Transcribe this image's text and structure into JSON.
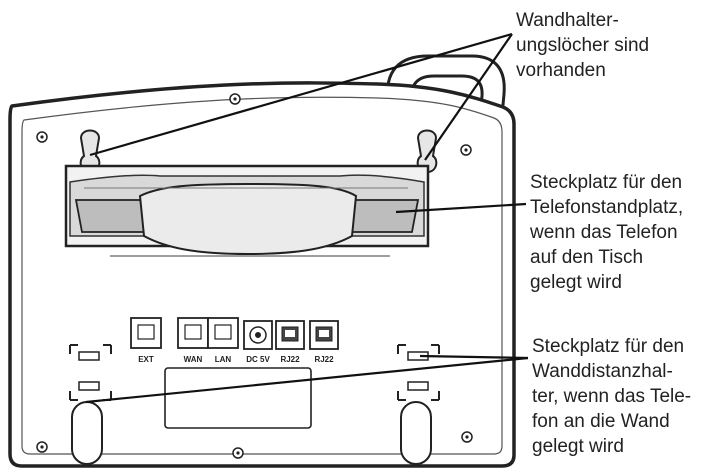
{
  "callouts": {
    "wall_mount_holes": "Wandhalter-\nungslöcher sind\nvorhanden",
    "desk_stand_slot": "Steckplatz für den\nTelefonstandplatz,\nwenn das Telefon\nauf den Tisch\ngelegt wird",
    "wall_spacer_slot": "Steckplatz für den\nWanddistanzhal-\nter, wenn das Tele-\nfon an die Wand\ngelegt wird"
  },
  "ports": {
    "ext": "EXT",
    "wan": "WAN",
    "lan": "LAN",
    "dc": "DC 5V",
    "rj22_1": "RJ22",
    "rj22_2": "RJ22"
  },
  "colors": {
    "outline": "#222222",
    "body_fill": "#ffffff",
    "cradle_fill": "#d9d9d9",
    "cradle_shade": "#bdbdbd",
    "handset_fill": "#ebebeb"
  }
}
